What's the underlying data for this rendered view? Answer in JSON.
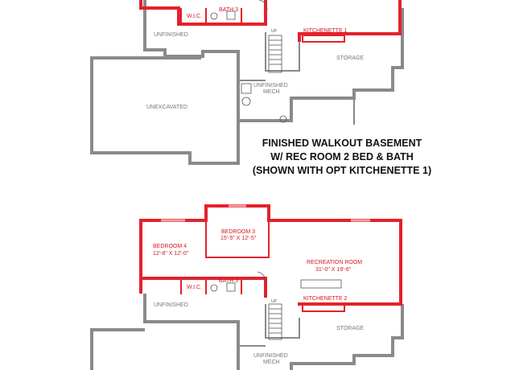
{
  "caption": {
    "line1": "FINISHED WALKOUT BASEMENT",
    "line2": "W/ REC ROOM 2 BED & BATH",
    "line3": "(SHOWN WITH OPT KITCHENETTE 1)"
  },
  "top_plan": {
    "wic": "W.I.C.",
    "bath": "BATH 3",
    "unfinished": "UNFINISHED",
    "unexcavated": "UNEXCAVATED",
    "kitchenette": "KITCHENETTE 1",
    "storage": "STORAGE",
    "unfinished_mech_1": "UNFINISHED",
    "unfinished_mech_2": "MECH",
    "up": "UP"
  },
  "bottom_plan": {
    "bedroom3_name": "BEDROOM 3",
    "bedroom3_dims": "15'-5\" X 12'-5\"",
    "bedroom4_name": "BEDROOM 4",
    "bedroom4_dims": "12'-8\" X 12'-0\"",
    "rec_name": "RECREATION ROOM",
    "rec_dims": "31'-0\" X 19'-6\"",
    "wic": "W.I.C.",
    "bath": "BATH 3",
    "kitchenette": "KITCHENETTE 2",
    "unfinished": "UNFINISHED",
    "storage": "STORAGE",
    "unfinished_mech_1": "UNFINISHED",
    "unfinished_mech_2": "MECH",
    "up": "UP"
  },
  "colors": {
    "finished_wall": "#e3222b",
    "unfinished_wall": "#8a8a8a"
  }
}
